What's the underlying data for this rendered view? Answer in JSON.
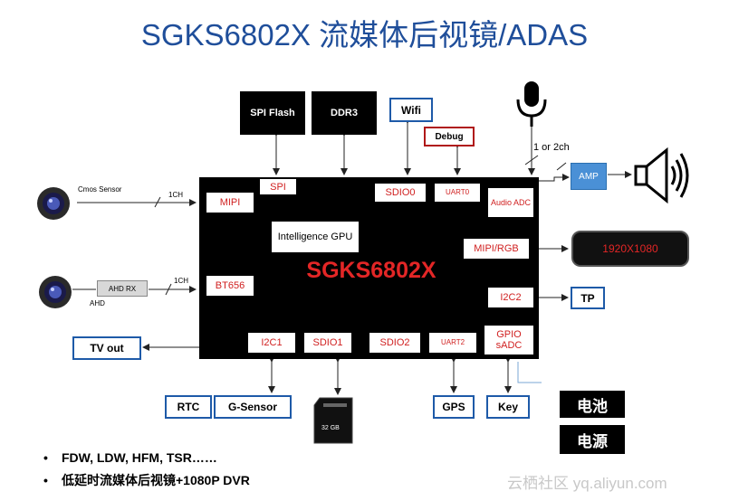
{
  "title": "SGKS6802X 流媒体后视镜/ADAS",
  "chip": {
    "name": "SGKS6802X",
    "gpu": "Intelligence GPU",
    "ports": {
      "mipi_in": "MIPI",
      "spi": "SPI",
      "sdio0": "SDIO0",
      "uart0": "UART0",
      "audio_adc": "Audio ADC",
      "mipi_rgb": "MIPI/RGB",
      "bt656": "BT656",
      "i2c2": "I2C2",
      "i2c1": "I2C1",
      "sdio1": "SDIO1",
      "sdio2": "SDIO2",
      "uart2": "UART2",
      "gpio_sadc": "GPIO sADC"
    }
  },
  "peripherals": {
    "spi_flash": "SPI Flash",
    "ddr3": "DDR3",
    "wifi": "Wifi",
    "debug": "Debug",
    "mic_channels": "1 or 2ch",
    "amp": "AMP",
    "display_res": "1920X1080",
    "tp": "TP",
    "tv_out": "TV out",
    "rtc": "RTC",
    "gsensor": "G-Sensor",
    "sd_card": "32 GB",
    "gps": "GPS",
    "key": "Key",
    "battery": "电池",
    "power": "电源",
    "cmos_sensor": "Cmos Sensor",
    "mipi_lanes": "1CH",
    "ahd_rx": "AHD RX",
    "ahd_label": "AHD",
    "bt656_lanes": "1CH"
  },
  "bullets": [
    "FDW, LDW, HFM, TSR……",
    "低延时流媒体后视镜+1080P DVR"
  ],
  "watermark": "云栖社区 yq.aliyun.com"
}
